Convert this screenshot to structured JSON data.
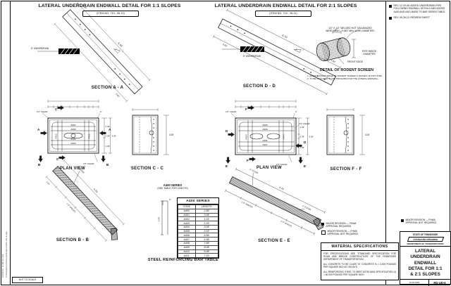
{
  "sheet": {
    "not_to_scale": "NOT TO SCALE",
    "plot_stamp_time": "9/8/2010 11:58:12 AM",
    "plot_stamp_path": "T:\\Standard Drawings\\English\\RD-UD-6.dgn"
  },
  "detail_1to1": {
    "title": "LATERAL UNDERDRAIN ENDWALL DETAIL FOR 1:1 SLOPES",
    "item_no": "(ITEM NO. 710 - 06.10)",
    "section_aa": {
      "caption": "SECTION A - A",
      "underdrain_label": "6\" UNDERDRAIN",
      "dim_top": "5.40'",
      "dim_end": "1.00'",
      "dim_bottom": "0.42'",
      "slope_a": "1",
      "slope_b": "1"
    },
    "plan_view": {
      "caption": "PLAN VIEW",
      "clear_top": "2.5\" CLEAR",
      "clear_bottom": "2.5\" CLEAR",
      "corner": "2\"",
      "d1": "1.33'",
      "d2": "0.34'",
      "d3": "1.33'",
      "d_total": "3.00'",
      "bar_top": "A401",
      "bar_second": "A400",
      "bar_center": "A401",
      "bar_bottom": "A403",
      "bar_left_v": "A402",
      "bar_right_v": "A402",
      "cut_a": "A",
      "cut_b": "B",
      "cut_c": "C"
    },
    "section_cc": {
      "caption": "SECTION C - C",
      "dim_height": "3.00'"
    },
    "section_bb": {
      "caption": "SECTION B - B",
      "clear": "2\" CLEAR",
      "dim_top": "4.25'",
      "spaces": "1'-0\" SPACES",
      "dim_end": "1.00'"
    }
  },
  "detail_2to1": {
    "title": "LATERAL UNDERDRAIN ENDWALL DETAIL FOR 2:1 SLOPES",
    "item_no": "(ITEM NO. 710 - 06.11)",
    "section_dd": {
      "caption": "SECTION D - D",
      "underdrain_label": "6\" UNDERDRAIN",
      "dim_top": "6.70'",
      "dim_end": "1.00'",
      "dim_bottom": "0.50'",
      "slope_a": "2",
      "slope_b": "1"
    },
    "plan_view": {
      "caption": "PLAN VIEW",
      "clear_top": "2.5\" CLEAR",
      "clear_right": "2.5\" CLEAR",
      "clear_bottom": "2.5\" CLEAR",
      "corner": "2\"",
      "d1": "1.33'",
      "d2": "0.34'",
      "d3": "1.33'",
      "d_total": "3.00'",
      "bar_top": "A405",
      "bar_second": "A406",
      "bar_center": "A406",
      "bar_bottom": "A407",
      "bar_left_v": "A404",
      "bar_right_v": "A404",
      "cut_d": "D",
      "cut_e": "E",
      "cut_f": "F"
    },
    "section_ff": {
      "caption": "SECTION F - F",
      "dim_height": "3.00'"
    },
    "section_ee": {
      "caption": "SECTION E - E",
      "clear": "2\" CLEAR",
      "clear2": "2\" CLEAR",
      "dim_top": "4.75'",
      "spaces": "1'-0\" SPACES",
      "spaces2": "1'-0\" SPACES"
    }
  },
  "rodent_screen": {
    "caption": "DETAIL OF RODENT SCREEN",
    "mesh_note_line1": "1/2\" X 1/2\" WELDED HOT GALVANIZED",
    "mesh_note_line2": "WIRE MESH - 0.063\" MIN. WIRE DIAMETER.",
    "pipe_label_line1": "PIPE INSIDE",
    "pipe_label_line2": "DIAMETER",
    "front_edge": "FRONT EDGE",
    "top_dim": "2\"",
    "note1": "1. INSTALL FRONT EDGE OF RODENT SCREEN 4 INCHES UP INTO PIPE.",
    "note2": "2. TO BE INCLUDED IN THE PRICE BID FOR THE LATERAL ENDWALL."
  },
  "revisions": {
    "rev1": "REV. 12-19-08: ADDED UNDERDRAIN PIPE FOLLOWING ENDWALL DETAILS AND ADDED A400 AND A401 BARS TO BAR SERIES TABLE.",
    "rev2": "REV. 05-26-10: REDREW SHEET."
  },
  "bar_table": {
    "series_note_line1": "A400 SERIES",
    "series_note_line2": "(SEE TABLE FOR LENGTH)",
    "shape_dim1": "3\"",
    "shape_dim2": "2.08'",
    "table_title": "A400 SERIES",
    "col_code": "CODE",
    "col_length": "LENGTH",
    "rows": [
      [
        "A400",
        "2.58'"
      ],
      [
        "A401",
        "3.08'"
      ],
      [
        "A402",
        "4.33'"
      ],
      [
        "A403",
        "2.33'"
      ],
      [
        "A404",
        "3.08'"
      ],
      [
        "A405",
        "3.33'"
      ],
      [
        "A406",
        "6.58'"
      ],
      [
        "A407",
        "4.58'"
      ],
      [
        "A408",
        "7.58'"
      ],
      [
        "A409",
        "8.08'"
      ],
      [
        "A410",
        "5.08'"
      ],
      [
        "A411",
        "7.33'"
      ]
    ],
    "caption": "STEEL REINFORCING BAR TABLE"
  },
  "legend": {
    "major_line1": "MAJOR REVISION — FHWA",
    "major_line2": "APPROVAL REQUIRED.",
    "minor_line1": "MINOR REVISION — FHWA",
    "minor_line2": "APPROVAL NOT REQUIRED."
  },
  "material_specs": {
    "title": "MATERIAL SPECIFICATIONS",
    "p1": "FOR SPECIFICATIONS SEE \"STANDARD SPECIFICATION FOR ROAD AND BRIDGE CONSTRUCTION\" OF THE TENNESSEE DEPARTMENT OF TRANSPORTATION.",
    "p2": "ALL CONCRETE TO BE CLASS \"A\" CONCRETE f'c = 3,000 POUNDS PER SQUARE INCH AT 28 DAYS.",
    "p3": "ALL REINFORCING STEEL TO MEET ASTM A615 SPECIFICATION. fy = 60,000 POUNDS PER SQUARE INCH."
  },
  "title_block": {
    "state": "STATE OF TENNESSEE",
    "banner": "STANDARD DRAWING",
    "department": "DEPARTMENT OF TRANSPORTATION",
    "title_line1": "LATERAL",
    "title_line2": "UNDERDRAIN",
    "title_line3": "ENDWALL",
    "title_line4": "DETAIL FOR 1:1",
    "title_line5": "& 2:1 SLOPES",
    "date": "10-26-1994",
    "number": "RD-UD-6"
  }
}
